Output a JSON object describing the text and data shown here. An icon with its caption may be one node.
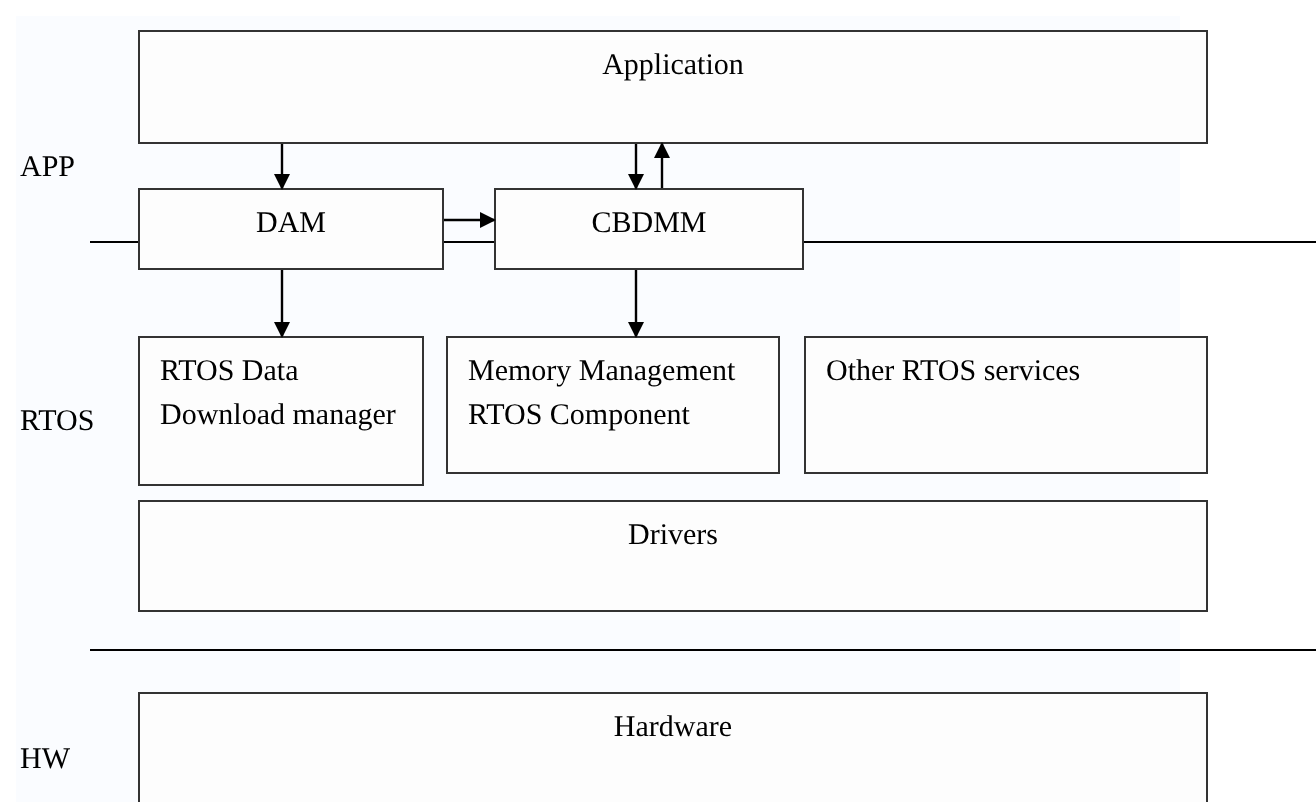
{
  "diagram": {
    "nodes": [
      {
        "text": [
          "Application"
        ]
      },
      {
        "text": [
          "DAM"
        ]
      },
      {
        "text": [
          "CBDMM"
        ]
      },
      {
        "text": [
          "RTOS Data Download manager"
        ]
      },
      {
        "text": [
          "Memory Management RTOS Component"
        ]
      },
      {
        "text": [
          "Other RTOS services"
        ]
      },
      {
        "text": [
          "Drivers"
        ]
      },
      {
        "text": [
          "Hardware"
        ]
      }
    ],
    "edges": [
      {
        "from": 0,
        "to": 1,
        "arrow": "to"
      },
      {
        "from": 0,
        "to": 2,
        "arrow": "to"
      },
      {
        "from": 2,
        "to": 0,
        "arrow": "to"
      },
      {
        "from": 1,
        "to": 2,
        "arrow": "to"
      },
      {
        "from": 1,
        "to": 3,
        "arrow": "to"
      },
      {
        "from": 2,
        "to": 4,
        "arrow": "to"
      }
    ],
    "labels": [
      "APP",
      "RTOS",
      "HW"
    ]
  }
}
